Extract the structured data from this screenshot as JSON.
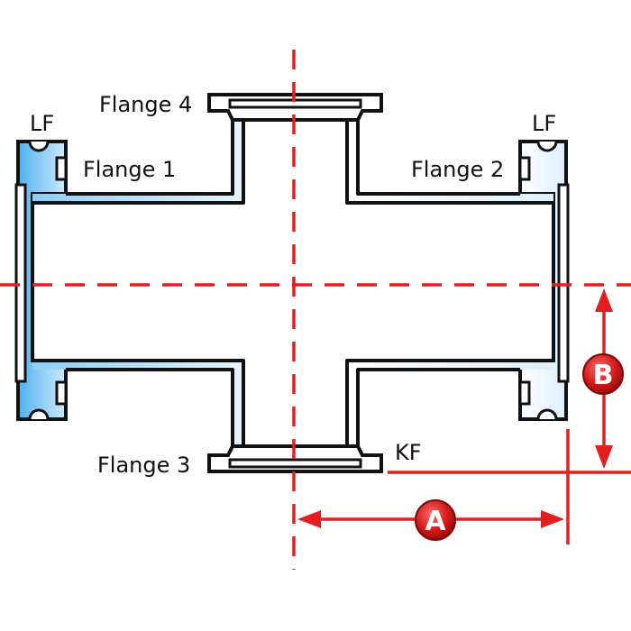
{
  "labels": {
    "flange1": "Flange 1",
    "flange2": "Flange 2",
    "flange3": "Flange 3",
    "flange4": "Flange 4",
    "lf_left": "LF",
    "lf_right": "LF",
    "kf": "KF"
  },
  "dimensions": {
    "a": "A",
    "b": "B"
  },
  "colors": {
    "centerline": "#e41e1e",
    "dimension": "#e41e1e",
    "lf_flange_fill": "#6ec3f2",
    "outline": "#111111",
    "badge": "#d01414"
  }
}
